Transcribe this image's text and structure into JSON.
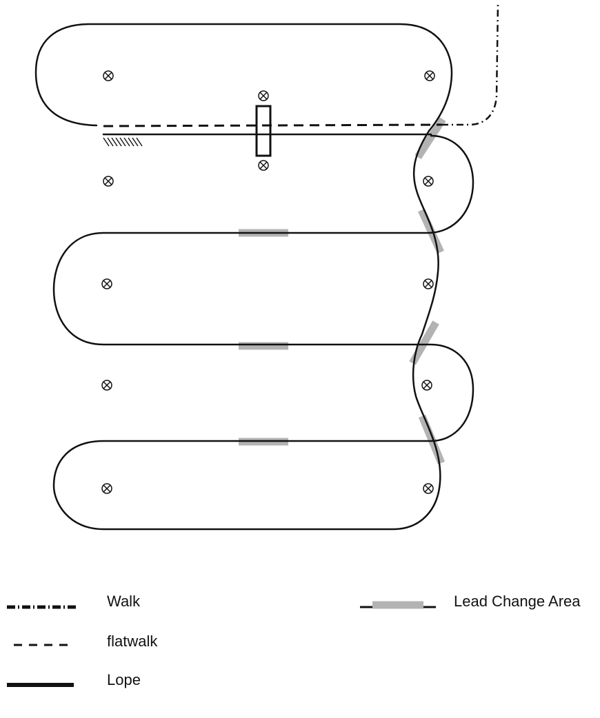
{
  "legend": {
    "walk": "Walk",
    "flatwalk": "flatwalk",
    "lope": "Lope",
    "lead_change": "Lead Change Area"
  },
  "colors": {
    "line": "#111111",
    "lead_change": "#b3b3b3",
    "background": "#ffffff"
  },
  "markers": {
    "cone_icon": "circled-x-icon",
    "gate_icon": "rectangle-gate-icon",
    "mounting_block_icon": "hatch-mark-icon"
  }
}
